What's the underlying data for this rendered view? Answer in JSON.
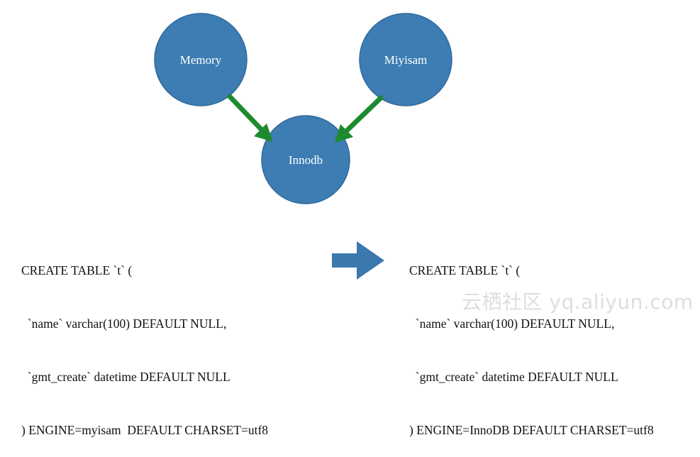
{
  "colors": {
    "node_fill": "#3d7db3",
    "node_stroke": "#2f6a9c",
    "arrow_green": "#1d8a2e",
    "transform_arrow": "#3a78ad"
  },
  "nodes": {
    "memory": "Memory",
    "miyisam": "Miyisam",
    "innodb": "Innodb"
  },
  "code_left": [
    "CREATE TABLE `t` (",
    "  `name` varchar(100) DEFAULT NULL,",
    "  `gmt_create` datetime DEFAULT NULL",
    ") ENGINE=myisam  DEFAULT CHARSET=utf8"
  ],
  "code_right": [
    "CREATE TABLE `t` (",
    "  `name` varchar(100) DEFAULT NULL,",
    "  `gmt_create` datetime DEFAULT NULL",
    ") ENGINE=InnoDB DEFAULT CHARSET=utf8"
  ],
  "watermark": "云栖社区 yq.aliyun.com"
}
